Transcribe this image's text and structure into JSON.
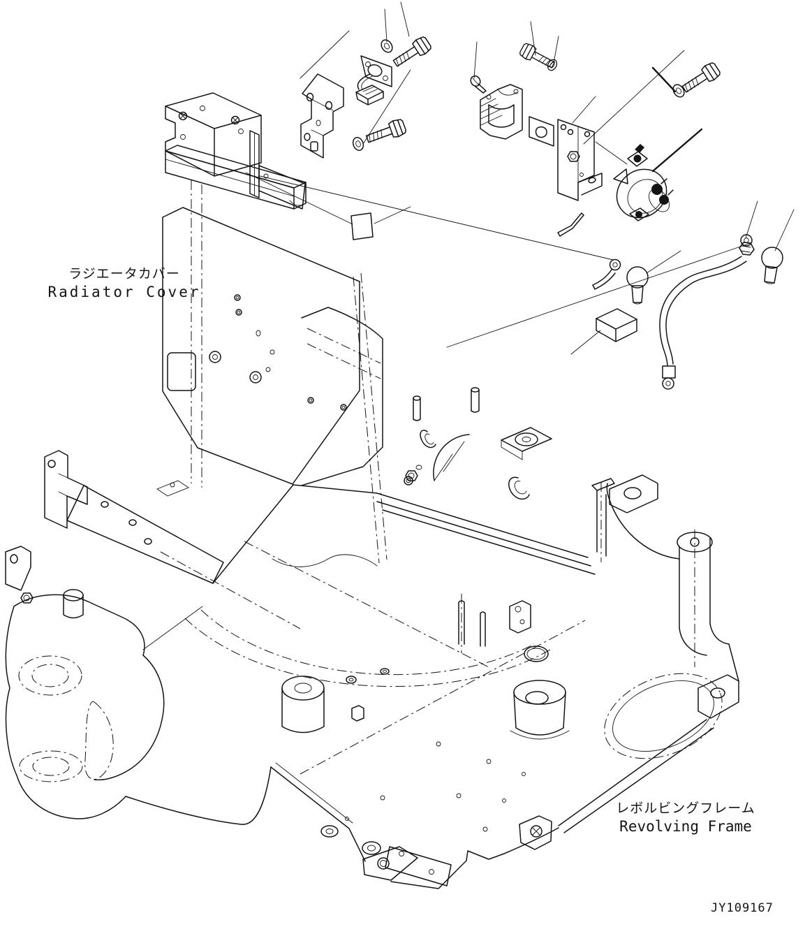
{
  "diagram": {
    "kind": "exploded-parts-diagram",
    "colors": {
      "line": "#141414",
      "background": "#ffffff"
    },
    "labels": {
      "radiator_cover": {
        "jp": "ラジエータカバー",
        "en": "Radiator Cover"
      },
      "revolving_frame": {
        "jp": "レボルビングフレーム",
        "en": "Revolving Frame"
      },
      "drawing_number": "JY109167"
    },
    "parts": [
      {
        "name": "hex-bolt",
        "count": 3
      },
      {
        "name": "washer",
        "count": 4
      },
      {
        "name": "flanged-screw",
        "count": 1
      },
      {
        "name": "machine-screw",
        "count": 1
      },
      {
        "name": "z-mounting-bracket"
      },
      {
        "name": "connector-plate-with-sensor"
      },
      {
        "name": "cover-patch-plate"
      },
      {
        "name": "relay-cover"
      },
      {
        "name": "gasket-plate"
      },
      {
        "name": "relay-mounting-bracket"
      },
      {
        "name": "battery-relay"
      },
      {
        "name": "terminal-cap",
        "count": 2
      },
      {
        "name": "battery-cable",
        "count": 2
      },
      {
        "name": "connector-block"
      },
      {
        "name": "radiator-cover-assembly"
      },
      {
        "name": "revolving-frame"
      }
    ]
  }
}
